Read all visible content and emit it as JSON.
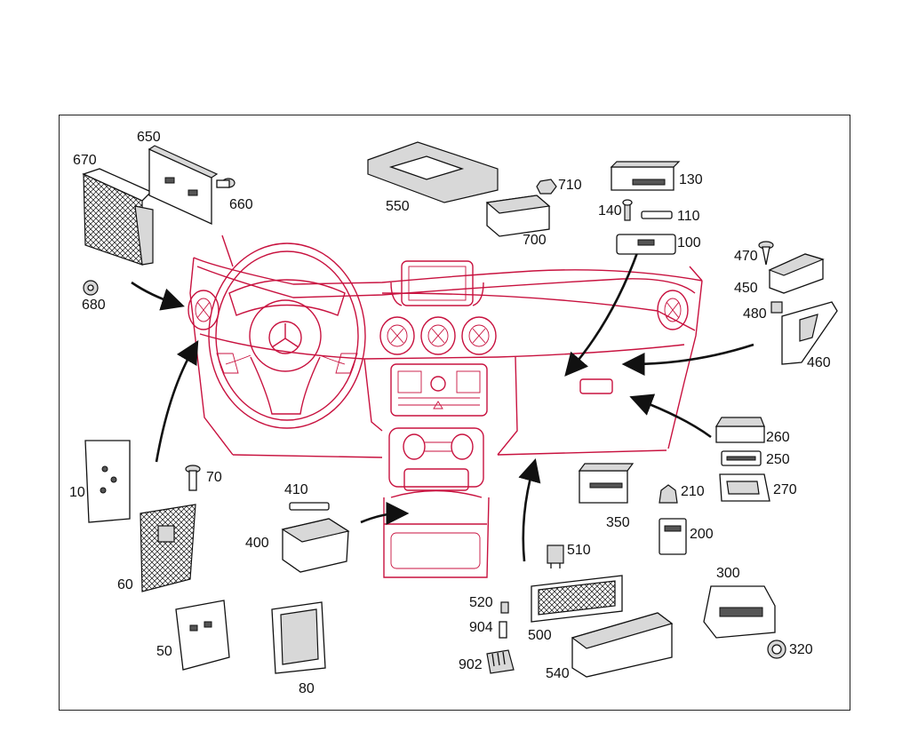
{
  "callouts": {
    "c10": "10",
    "c50": "50",
    "c60": "60",
    "c70": "70",
    "c80": "80",
    "c100": "100",
    "c110": "110",
    "c130": "130",
    "c140": "140",
    "c200": "200",
    "c210": "210",
    "c250": "250",
    "c260": "260",
    "c270": "270",
    "c300": "300",
    "c320": "320",
    "c350": "350",
    "c400": "400",
    "c410": "410",
    "c450": "450",
    "c460": "460",
    "c470": "470",
    "c480": "480",
    "c500": "500",
    "c510": "510",
    "c520": "520",
    "c540": "540",
    "c550": "550",
    "c650": "650",
    "c660": "660",
    "c670": "670",
    "c680": "680",
    "c700": "700",
    "c710": "710",
    "c902": "902",
    "c904": "904"
  },
  "colors": {
    "dashboard_line": "#c8123f",
    "part_line": "#111111",
    "frame": "#222222"
  }
}
